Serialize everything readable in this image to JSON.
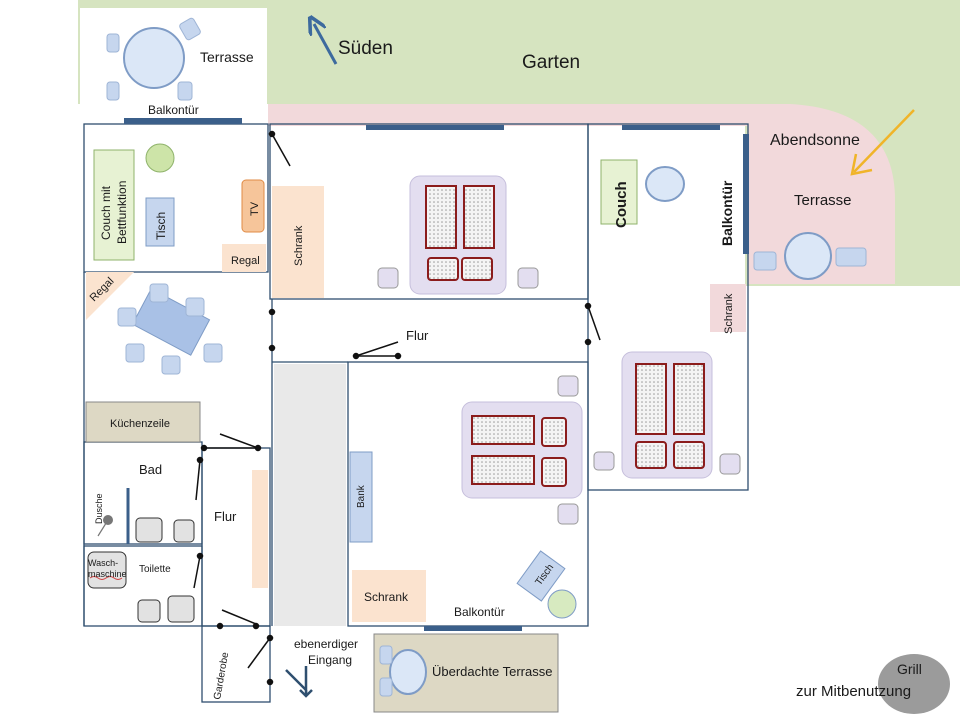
{
  "labels": {
    "garten": "Garten",
    "sueden": "Süden",
    "abendsonne": "Abendsonne",
    "terrasse_top": "Terrasse",
    "balkontuer_top": "Balkontür",
    "couch_bett": [
      "Couch mit",
      "Bettfunktion"
    ],
    "tisch_living": "Tisch",
    "tv": "TV",
    "regal_right": "Regal",
    "regal_corner": "Regal",
    "schrank_bed1": "Schrank",
    "couch_right": "Couch",
    "balkontuer_right": "Balkontür",
    "terrasse_right": "Terrasse",
    "schrank_right": "Schrank",
    "flur_mid": "Flur",
    "kuechenzeile": "Küchenzeile",
    "bad": "Bad",
    "dusche": "Dusche",
    "flur_left": "Flur",
    "waschmaschine": [
      "Wasch-",
      "maschine"
    ],
    "toilette": "Toilette",
    "garderobe": "Garderobe",
    "bank": "Bank",
    "schrank_bed2": "Schrank",
    "tisch_bed2": "Tisch",
    "balkontuer_bottom": "Balkontür",
    "eingang": [
      "ebenerdiger",
      "Eingang"
    ],
    "ueberdachte_terrasse": "Überdachte Terrasse",
    "grill": "Grill",
    "mitbenutzung": "zur Mitbenutzung"
  },
  "colors": {
    "garden": "#d6e4c0",
    "terrace_pink": "#f2d9db",
    "wall": "#2f4f6f",
    "window": "#3b5f8a",
    "furniture_blue": "#c6d6ee",
    "bed_fill": "#e3def0",
    "mattress_border": "#8b1c1c",
    "couch_green": "#e7f2d3",
    "wardrobe": "#fbe3cf",
    "kitchen": "#ddd8c4",
    "covered_terrace": "#ddd8c4",
    "corridor_gray": "#e9e9e9",
    "arrow_blue": "#3d6a9e",
    "arrow_yellow": "#f0b429",
    "grill_gray": "#9b9b9b"
  }
}
